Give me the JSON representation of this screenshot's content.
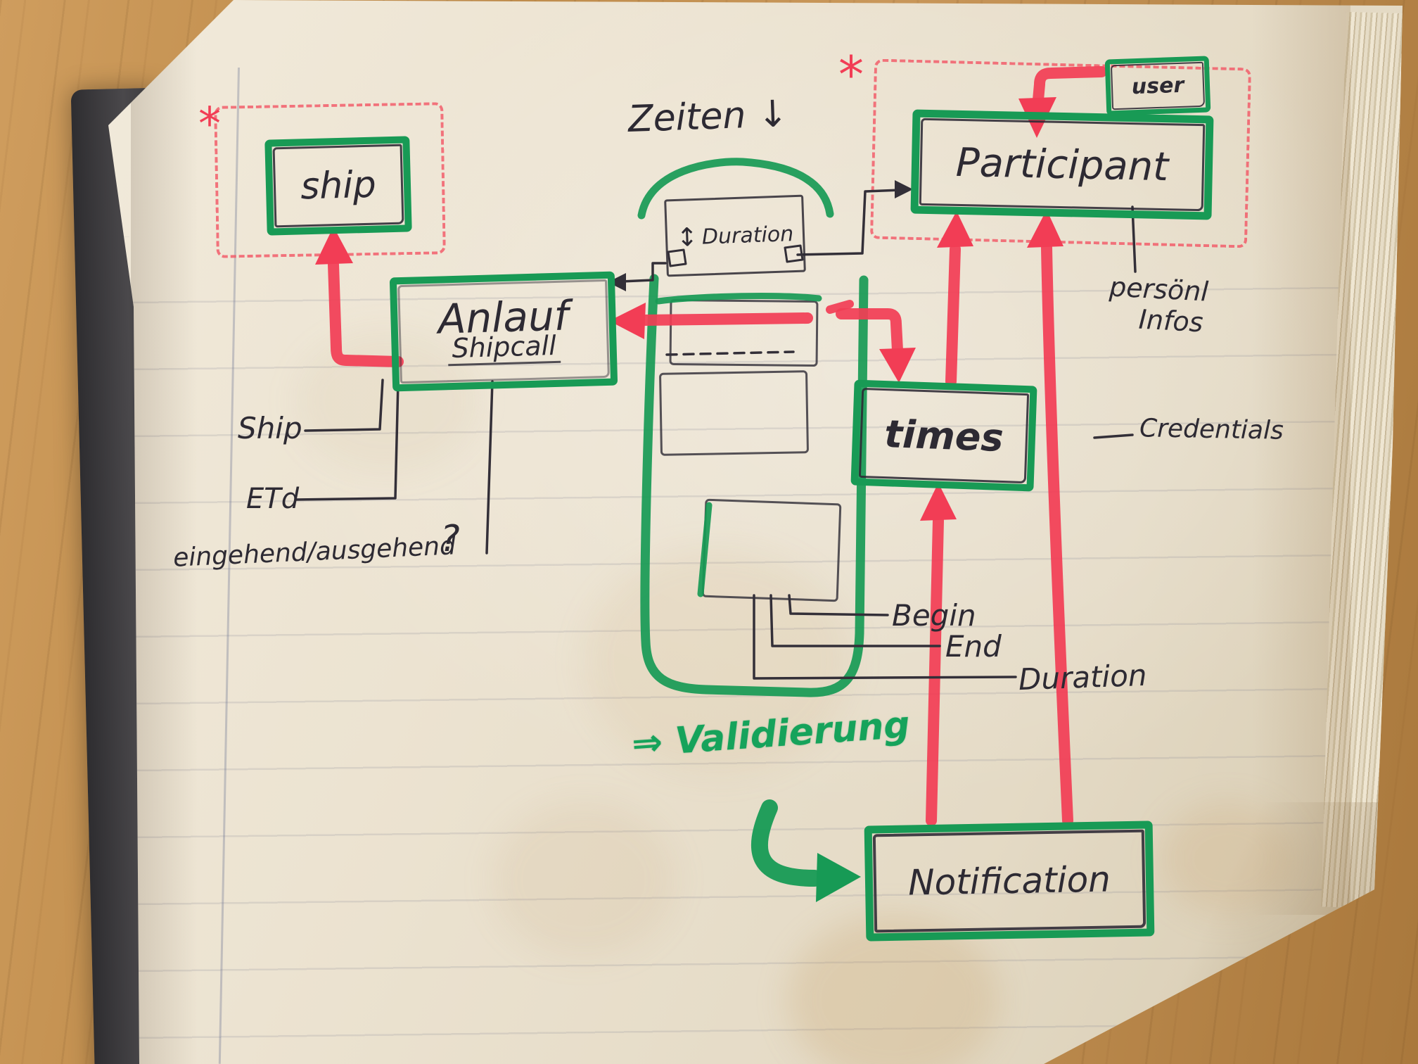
{
  "scene": {
    "description": "Hand-drawn entity/data-model sketch on a lined notebook page lying on a wooden desk"
  },
  "palette": {
    "marker_green": "#189a55",
    "marker_red": "#f23d55",
    "pen_black": "#2d2a33",
    "paper": "#ece3d1",
    "wood": "#bd8a49"
  },
  "entities": {
    "ship": {
      "label": "ship",
      "required_mark": "*"
    },
    "shipcall": {
      "label": "Anlauf",
      "sublabel": "Shipcall"
    },
    "duration": {
      "updown_arrow": "↕",
      "label": "Duration"
    },
    "participant": {
      "label": "Participant",
      "required_mark": "*"
    },
    "user": {
      "label": "user"
    },
    "times": {
      "label": "times"
    },
    "notification": {
      "label": "Notification"
    }
  },
  "annotations": {
    "zeiten": "Zeiten ↓",
    "ship_attr": "Ship",
    "etd_attr": "ETd",
    "in_out_attr": "eingehend/ausgehend",
    "question_mark": "?",
    "persoenl_line1": "persönl",
    "persoenl_line2": "Infos",
    "credentials": "Credentials",
    "begin": "Begin",
    "end": "End",
    "duration_attr": "Duration",
    "validierung": "⇒ Validierung"
  },
  "edges": [
    {
      "from": "Anlauf/Shipcall",
      "to": "ship",
      "style": "red-marker-arrow"
    },
    {
      "from": "user",
      "to": "Participant",
      "style": "red-marker-arrow"
    },
    {
      "from": "times-list-entry",
      "to": "Anlauf/Shipcall",
      "style": "red-marker-arrow"
    },
    {
      "from": "times-list",
      "to": "times",
      "style": "red-marker-arrow"
    },
    {
      "from": "times",
      "to": "Participant",
      "style": "red-marker-arrow"
    },
    {
      "from": "Notification",
      "to": "times",
      "style": "red-marker-arrow"
    },
    {
      "from": "Notification",
      "to": "Participant",
      "style": "red-marker-arrow"
    },
    {
      "from": "Duration",
      "to": "Anlauf/Shipcall",
      "style": "pen-connector"
    },
    {
      "from": "Duration",
      "to": "Participant",
      "style": "pen-connector"
    },
    {
      "from": "Validierung",
      "to": "Notification",
      "style": "green-marker-arrow"
    }
  ]
}
